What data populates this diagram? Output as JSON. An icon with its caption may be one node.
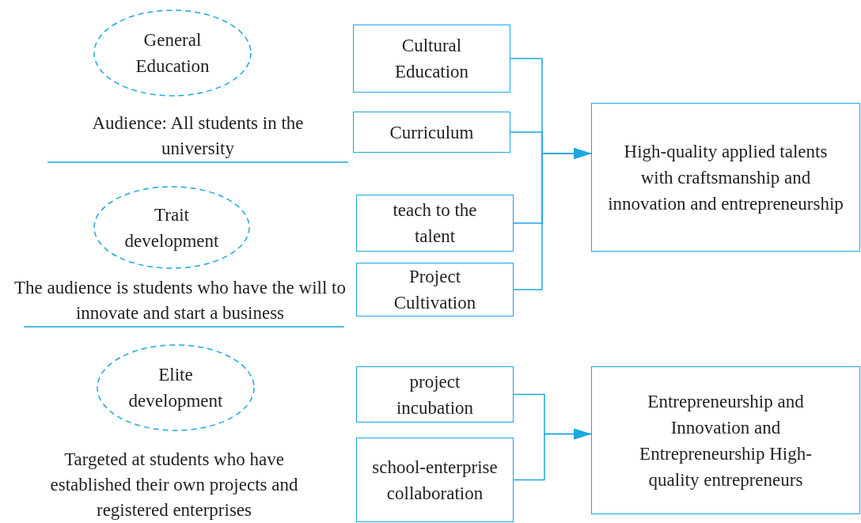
{
  "diagram": {
    "nodes": [
      {
        "text": [
          "General Education"
        ]
      },
      {
        "text": [
          "Cultural Education"
        ]
      },
      {
        "text": [
          "Curriculum"
        ]
      },
      {
        "text": [
          "Trait development"
        ]
      },
      {
        "text": [
          "teach to the talent"
        ]
      },
      {
        "text": [
          "Project Cultivation"
        ]
      },
      {
        "text": [
          "High-quality applied talents with craftsmanship and innovation and entrepreneurship"
        ]
      },
      {
        "text": [
          "Elite development"
        ]
      },
      {
        "text": [
          "project incubation"
        ]
      },
      {
        "text": [
          "school-enterprise collaboration"
        ]
      },
      {
        "text": [
          "Entrepreneurship and Innovation and Entrepreneurship High-quality entrepreneurs"
        ]
      }
    ],
    "edges": [
      {
        "from": 1,
        "to": 6,
        "arrow": "to"
      },
      {
        "from": 2,
        "to": 6,
        "arrow": "to"
      },
      {
        "from": 4,
        "to": 6,
        "arrow": "to"
      },
      {
        "from": 5,
        "to": 6,
        "arrow": "to"
      },
      {
        "from": 8,
        "to": 10,
        "arrow": "to"
      },
      {
        "from": 9,
        "to": 10,
        "arrow": "to"
      }
    ],
    "labels": [
      "Audience: All students in the university",
      "The audience is students who have the will to innovate and start a business",
      "Targeted at students who have established their own projects and registered enterprises"
    ]
  }
}
